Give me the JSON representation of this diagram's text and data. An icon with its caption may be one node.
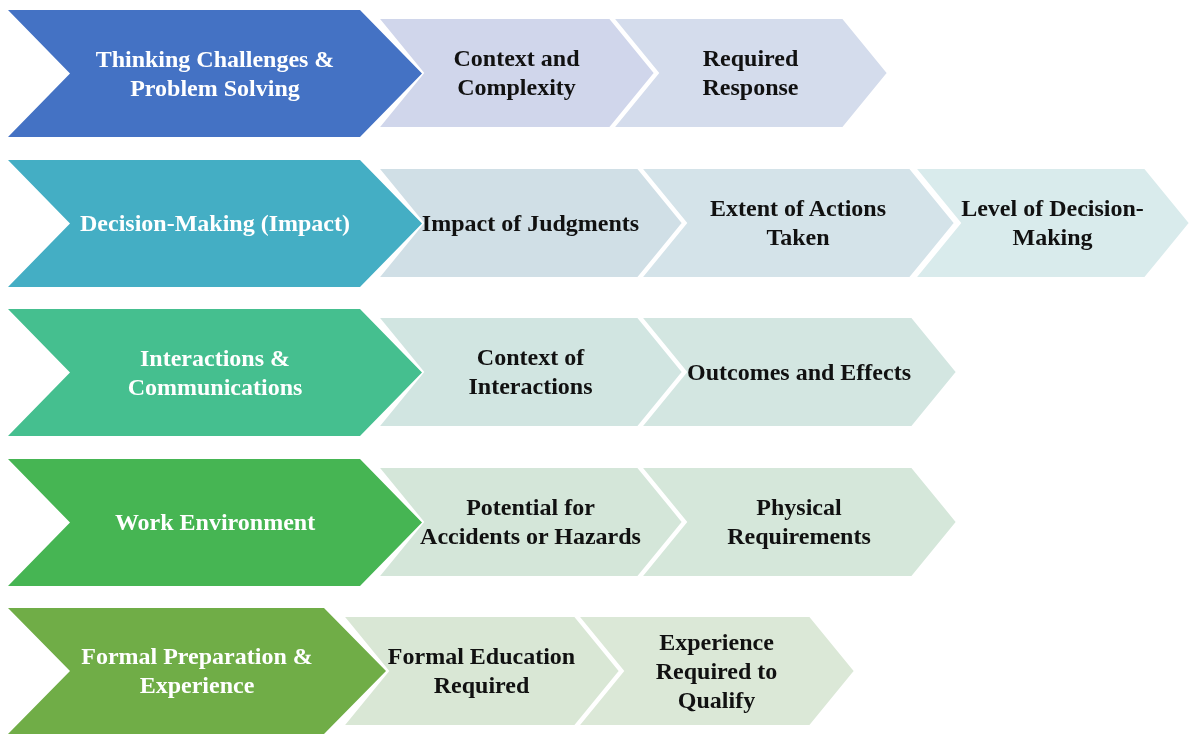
{
  "diagram": {
    "nodes": [
      {
        "text": [
          "Thinking Challenges & Problem Solving"
        ]
      },
      {
        "text": [
          "Context and Complexity"
        ]
      },
      {
        "text": [
          "Required Response"
        ]
      },
      {
        "text": [
          "Decision-Making (Impact)"
        ]
      },
      {
        "text": [
          "Impact of Judgments"
        ]
      },
      {
        "text": [
          "Extent of Actions Taken"
        ]
      },
      {
        "text": [
          "Level of Decision-Making"
        ]
      },
      {
        "text": [
          "Interactions & Communications"
        ]
      },
      {
        "text": [
          "Context of Interactions"
        ]
      },
      {
        "text": [
          "Outcomes and Effects"
        ]
      },
      {
        "text": [
          "Work Environment"
        ]
      },
      {
        "text": [
          "Potential for Accidents or Hazards"
        ]
      },
      {
        "text": [
          "Physical Requirements"
        ]
      },
      {
        "text": [
          "Formal Preparation & Experience"
        ]
      },
      {
        "text": [
          "Formal Education Required"
        ]
      },
      {
        "text": [
          "Experience Required to Qualify"
        ]
      }
    ]
  }
}
